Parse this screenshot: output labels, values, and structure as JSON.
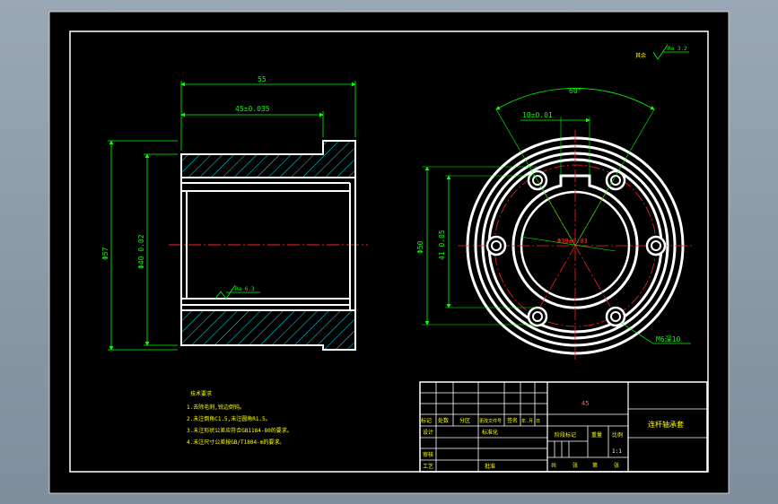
{
  "drawing": {
    "colors": {
      "background": "#000000",
      "outline": "#ffffff",
      "dimension": "#00ff00",
      "centerline": "#ff2020",
      "hatch": "#00ffff",
      "title": "#ffff00"
    },
    "front_view": {
      "dim_total_length": "55",
      "dim_shoulder_length": "45±0.035",
      "dim_outer_dia": "Φ57",
      "dim_bore_dia": "Φ40 0.02",
      "surface_finish": "Ra 6.3"
    },
    "side_view": {
      "dim_angle": "60°",
      "dim_keyway_width": "10±0.01",
      "dim_flange_dia": "Φ50",
      "dim_hole_dia": "41 0.05",
      "dim_pitch_circle": "Φ39±0.03",
      "thread_label": "M6深10"
    },
    "surface_finish_general": {
      "prefix": "其余",
      "value": "Ra 3.2"
    },
    "technical_requirements": {
      "title": "技术要求",
      "items": [
        "1.去除毛刺,锐边倒钝。",
        "2.未注倒角C1.5,未注圆角R1.5。",
        "3.未注形状公差应符合GB1184-80的要求。",
        "4.未注尺寸公差按GB/T1804-m的要求。"
      ]
    },
    "title_block": {
      "material": "45",
      "part_name": "连杆轴承套",
      "rev_headers": [
        "标记",
        "处数",
        "分区",
        "更改文件号",
        "签名",
        "年.月.日"
      ],
      "design": "设计",
      "standardization": "标准化",
      "review": "审核",
      "process": "工艺",
      "approve": "批准",
      "stage_mark": "阶段标记",
      "weight": "重量",
      "scale": "比例",
      "scale_value": "1:1",
      "sheet_total": "共",
      "sheet_of": "张",
      "sheet_no": "第",
      "sheet_unit": "张"
    }
  }
}
